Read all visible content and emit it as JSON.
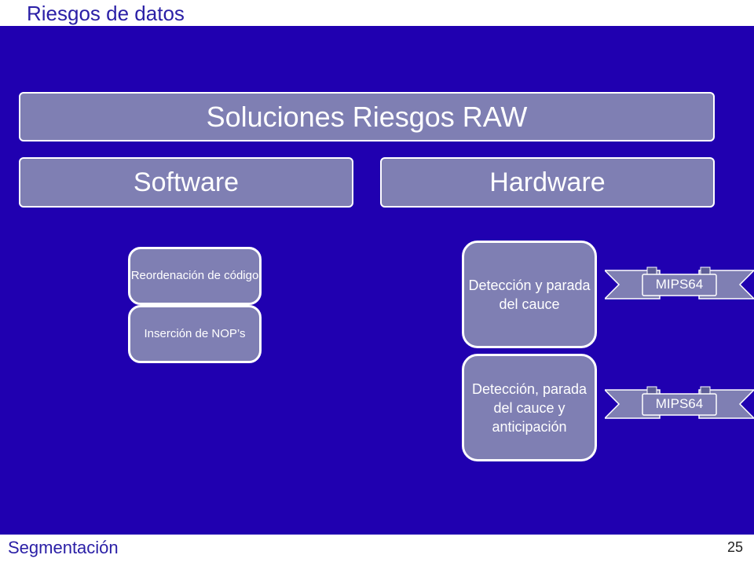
{
  "slide_title": "Riesgos de datos",
  "main_title": "Soluciones Riesgos RAW",
  "branches": {
    "software": "Software",
    "hardware": "Hardware"
  },
  "software_items": [
    "Reordenación de código",
    "Inserción de NOP’s"
  ],
  "hardware_items": [
    {
      "label": "Detección y parada del cauce",
      "tag": "MIPS64"
    },
    {
      "label": "Detección, parada del cauce y anticipación",
      "tag": "MIPS64"
    }
  ],
  "footer": {
    "section": "Segmentación",
    "page_number": "25"
  },
  "colors": {
    "background": "#2000b0",
    "box_fill": "#7f7fb3",
    "title_text": "#2a1fa6"
  }
}
